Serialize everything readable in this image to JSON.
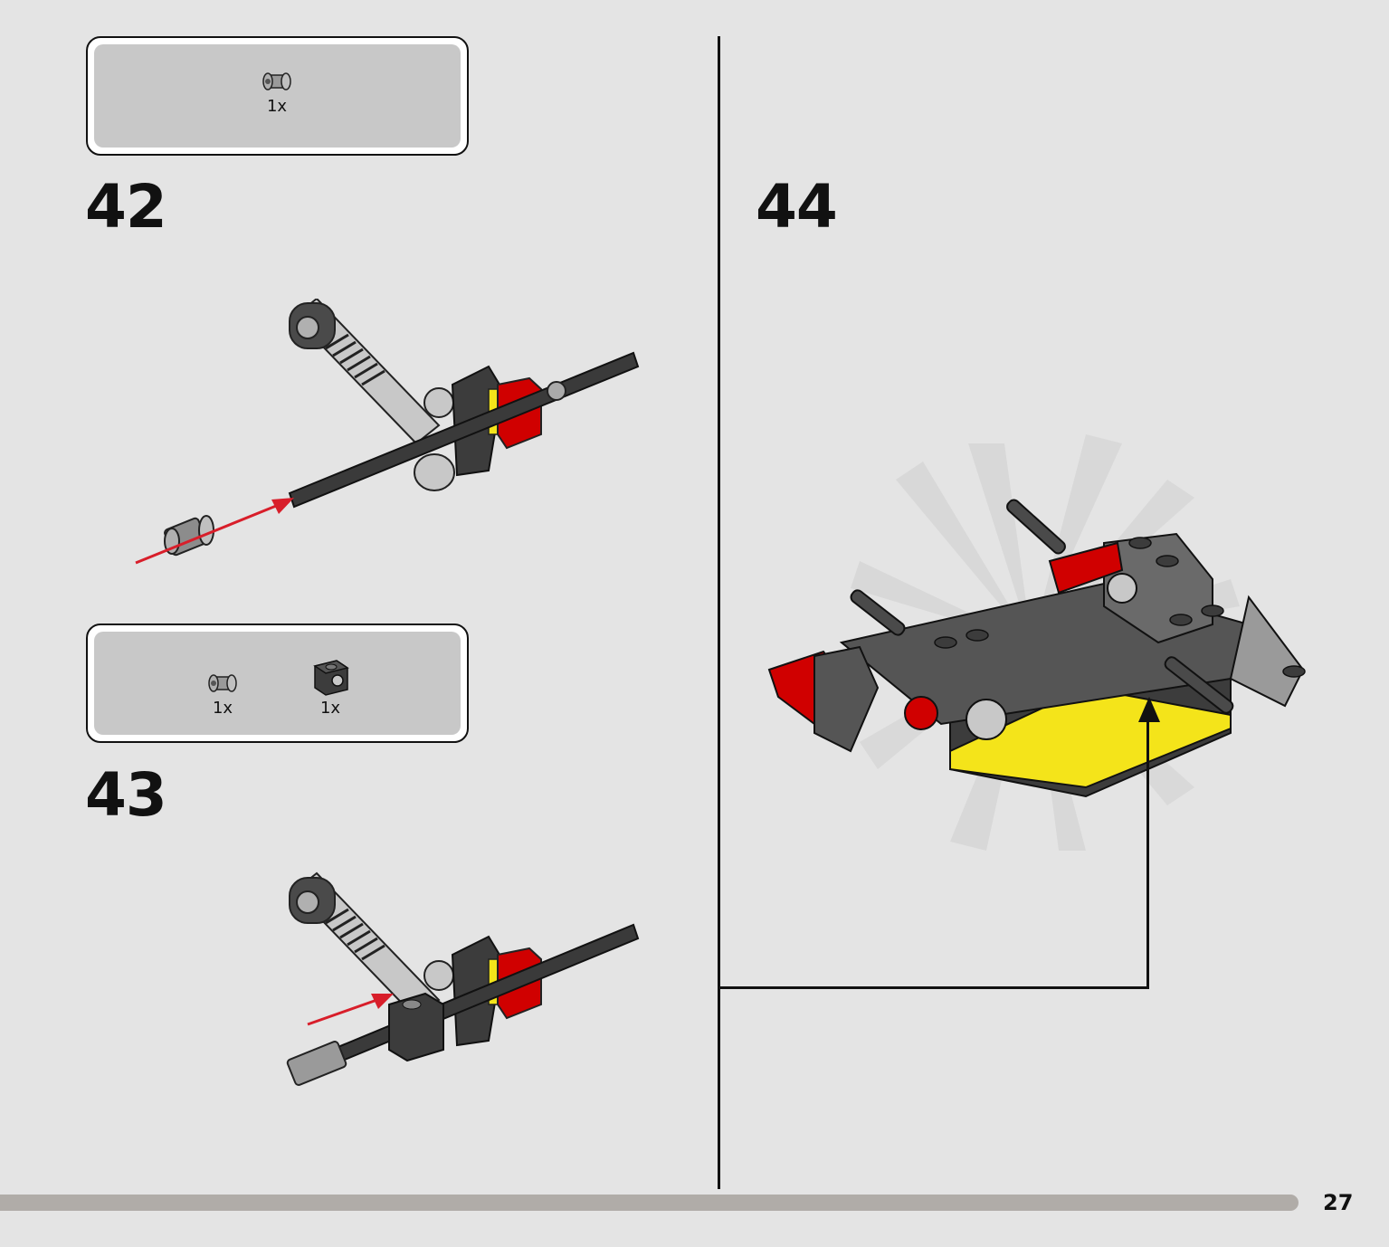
{
  "steps": [
    {
      "number": "42",
      "parts": [
        {
          "name": "pin-bush-part",
          "qty": "1x"
        }
      ]
    },
    {
      "number": "43",
      "parts": [
        {
          "name": "pin-bush-part",
          "qty": "1x"
        },
        {
          "name": "technic-brick-part",
          "qty": "1x"
        }
      ]
    },
    {
      "number": "44",
      "parts": []
    }
  ],
  "page_number": "27",
  "colors": {
    "page_bg": "#e4e4e4",
    "parts_bg": "#c8c8c8",
    "arrow_red": "#d81e2a",
    "brick_red": "#d00000",
    "yellow": "#f4e41a",
    "dark_gray": "#3c3c3c",
    "light_gray": "#b4b4b4"
  }
}
